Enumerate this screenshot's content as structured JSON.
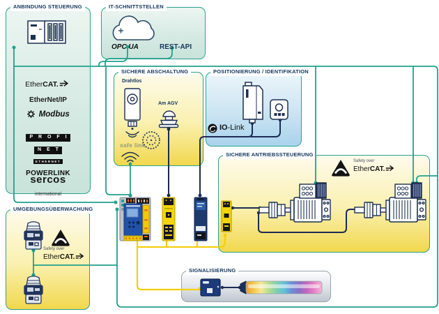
{
  "anbindung": {
    "label": "ANBINDUNG STEUERUNG"
  },
  "it": {
    "label": "IT-SCHNITTSTELLEN",
    "opc": "OPC UA",
    "rest": "REST-API"
  },
  "abschaltung": {
    "label": "SICHERE ABSCHALTUNG",
    "drahtlos": "Drahtlos",
    "am_agv": "Am AGV",
    "safe_link": "safe link"
  },
  "positionierung": {
    "label": "POSITIONIERUNG / IDENTIFIKATION",
    "io": "IO",
    "link": "-Link"
  },
  "antrieb": {
    "label": "SICHERE ANTRIEBSSTEUERUNG",
    "safety_over": "Safety over"
  },
  "umgebung": {
    "label": "UMGEBUNGSÜBERWACHUNG",
    "safety_over": "Safety over"
  },
  "signal": {
    "label": "SIGNALISIERUNG"
  },
  "protocols": {
    "ethercat_a": "Ether",
    "ethercat_b": "CAT.",
    "ethernet_ip": "EtherNet/IP",
    "modbus": "Modbus",
    "profinet_1": "P R O F I",
    "profinet_2": "N E T",
    "powerlink_1": "ETHERNET",
    "powerlink_2": "POWERLINK",
    "sercos_1": "sercos",
    "sercos_2": "international"
  },
  "colors": {
    "network_teal": "#21a18c",
    "device_navy": "#1c2b55",
    "safety_yellow": "#f4cf0e"
  }
}
